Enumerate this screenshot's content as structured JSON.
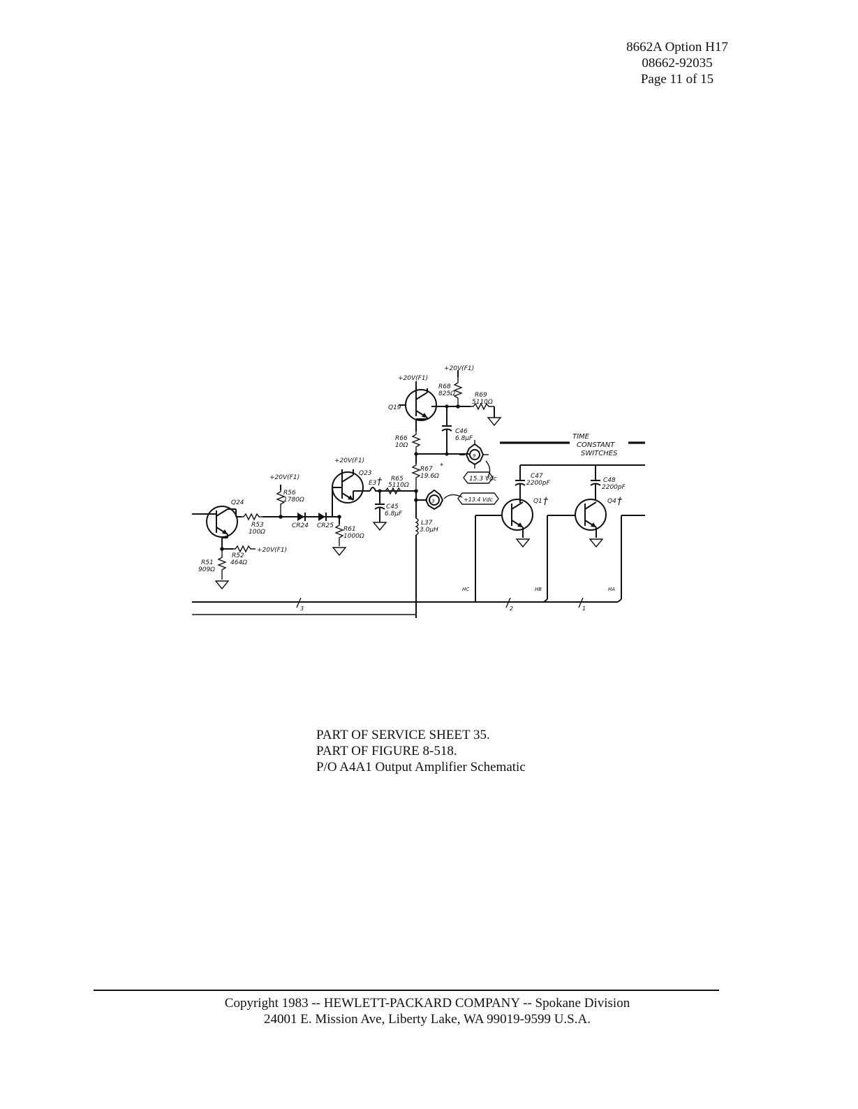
{
  "header": {
    "model": "8662A Option H17",
    "part_number": "08662-92035",
    "page": "Page 11 of 15"
  },
  "schematic": {
    "labels": {
      "supply_q19": "+20V(F1)",
      "supply_top": "+20V(F1)",
      "supply_q23": "+20V(F1)",
      "supply_r56": "+20V(F1)",
      "supply_r52": "+20V(F1)",
      "q19": "Q19",
      "q23": "Q23",
      "q24": "Q24",
      "q1": "Q1",
      "q4": "Q4",
      "r68": "R68",
      "r68_val": "825Ω",
      "r69": "R69",
      "r69_val": "5110Ω",
      "r66": "R66",
      "r66_val": "10Ω",
      "c46": "C46",
      "c46_val": "6.8μF",
      "r67": "R67",
      "r67_val": "19.6Ω",
      "r67_mark": "*",
      "e3": "E3",
      "r65": "R65",
      "r65_val": "5110Ω",
      "c45": "C45",
      "c45_val": "6.8μF",
      "l37": "L37",
      "l37_val": "3.0μH",
      "r56": "R56",
      "r56_val": "1780Ω",
      "r53": "R53",
      "r53_val": "100Ω",
      "cr24": "CR24",
      "cr25": "CR25",
      "r61": "R61",
      "r61_val": "1000Ω",
      "r52": "R52",
      "r52_val": "464Ω",
      "r51": "R51",
      "r51_val": "909Ω",
      "c47": "C47",
      "c47_val": "2200pF",
      "c48": "C48",
      "c48_val": "2200pF",
      "time_line1": "TIME",
      "time_line2": "CONSTANT",
      "time_line3": "SWITCHES",
      "test_point_9": "9",
      "test_point_3": "3",
      "voltage_1": "15.3 Vdc",
      "voltage_2": "+13.4 Vdc",
      "dagger_e3": "†",
      "dagger_q1": "†",
      "dagger_q4": "†",
      "bus_hc": "HC",
      "bus_hb": "HB",
      "bus_ha": "HA",
      "bus_3": "3",
      "bus_2": "2",
      "bus_1": "1"
    }
  },
  "caption": {
    "line1": "PART OF SERVICE SHEET 35.",
    "line2": "PART OF FIGURE 8-518.",
    "line3": "P/O A4A1 Output Amplifier Schematic"
  },
  "footer": {
    "line1": "Copyright 1983 -- HEWLETT-PACKARD COMPANY -- Spokane Division",
    "line2": "24001 E. Mission Ave, Liberty Lake, WA  99019-9599  U.S.A."
  }
}
